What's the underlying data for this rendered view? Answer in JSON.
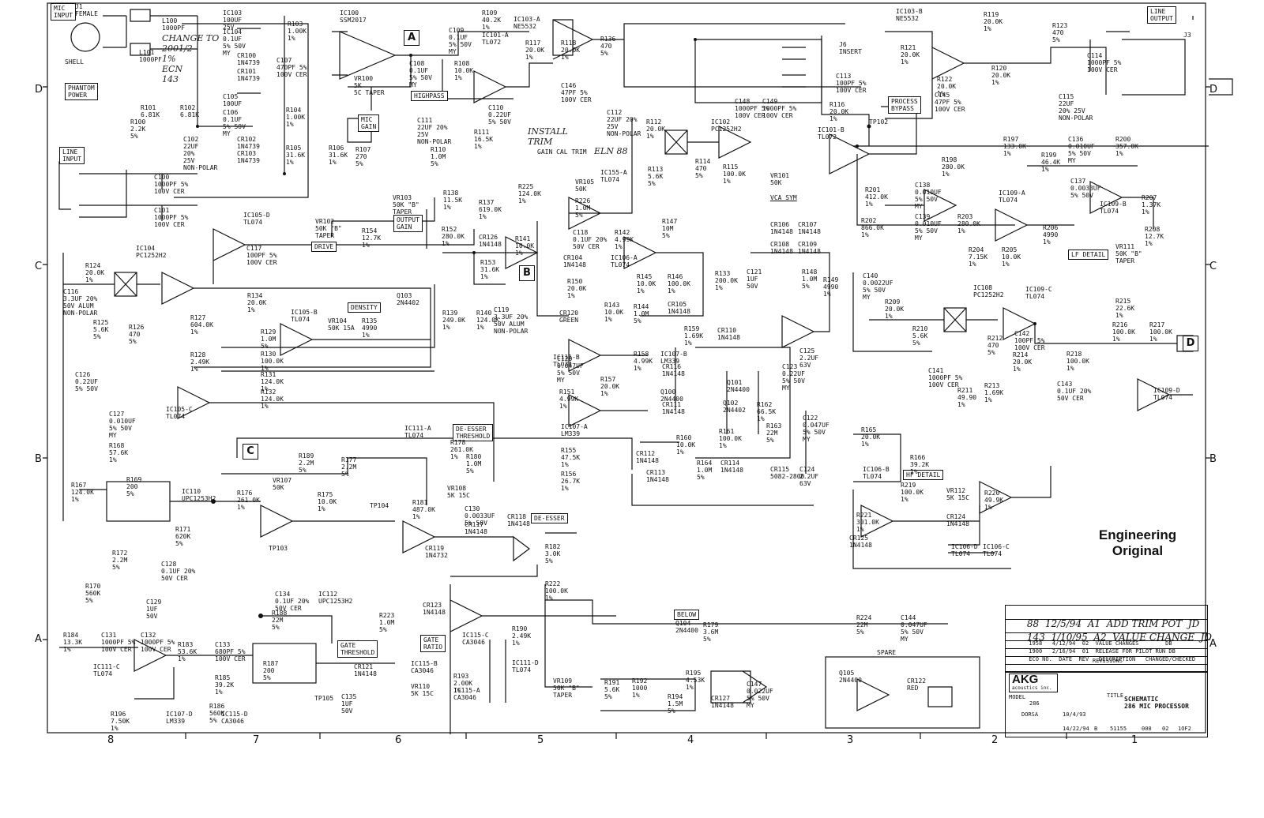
{
  "sheet": {
    "grid_columns": [
      "8",
      "7",
      "6",
      "5",
      "4",
      "3",
      "2",
      "1"
    ],
    "grid_rows": [
      "D",
      "C",
      "B",
      "A"
    ],
    "stamp": [
      "Engineering",
      "Original"
    ]
  },
  "blocks": {
    "mic_input": "MIC\nINPUT",
    "phantom": "PHANTOM\nPOWER",
    "line_input": "LINE\nINPUT",
    "line_output": "LINE\nOUTPUT",
    "drive": "DRIVE",
    "density": "DENSITY",
    "output_gain": "OUTPUT\nGAIN",
    "highpass": "HIGHPASS",
    "mic_gain": "MIC\nGAIN",
    "process_bypass": "PROCESS\nBYPASS",
    "lf_detail": "LF DETAIL",
    "hf_detail": "HF DETAIL",
    "vca_sym": "VCA SYM",
    "deesser_threshold": "DE-ESSER\nTHRESHOLD",
    "deesser": "DE-ESSER",
    "gate_threshold": "GATE\nTHRESHOLD",
    "gate_ratio": "GATE\nRATIO",
    "below": "BELOW",
    "spare": "SPARE"
  },
  "markers": {
    "A": "A",
    "B": "B",
    "C": "C",
    "D": "D"
  },
  "handwritten": {
    "change": "CHANGE TO\n2001/2\n1%\nECN\n143",
    "install": "INSTALL\nTRIM",
    "ecn": "ELN 88",
    "caltrim": "GAIN CAL TRIM"
  },
  "components": [
    [
      "J1\nFEMALE"
    ],
    [
      "L100\n1000PF"
    ],
    [
      "L101\n1000PF"
    ],
    [
      "SHELL"
    ],
    [
      "IC103\n100UF\n25V"
    ],
    [
      "IC104\n0.1UF\n5% 50V\nMY"
    ],
    [
      "CR100\n1N4739"
    ],
    [
      "CR101\n1N4739"
    ],
    [
      "R103\n1.00K\n1%"
    ],
    [
      "C107\n470PF 5%\n100V CER"
    ],
    [
      "C105\n100UF"
    ],
    [
      "C106\n0.1UF\n5% 50V\nMY"
    ],
    [
      "CR102\n1N4739"
    ],
    [
      "CR103\n1N4739"
    ],
    [
      "R104\n1.00K\n1%"
    ],
    [
      "R105\n31.6K\n1%"
    ],
    [
      "R106\n31.6K\n1%"
    ],
    [
      "IC100\nSSM2017"
    ],
    [
      "VR100\n5K\n5C TAPER"
    ],
    [
      "R107\n270\n5%"
    ],
    [
      "R101\n6.81K"
    ],
    [
      "R102\n6.81K"
    ],
    [
      "R100\n2.2K\n5%"
    ],
    [
      "C102\n22UF\n20%\n25V\nNON-POLAR"
    ],
    [
      "C100\n1000PF 5%\n100V CER"
    ],
    [
      "C101\n1000PF 5%\n100V CER"
    ],
    [
      "R109\n40.2K\n1%"
    ],
    [
      "IC103-A\nNE5532"
    ],
    [
      "C109\n0.1UF\n5% 50V\nMY"
    ],
    [
      "IC101-A\nTL072"
    ],
    [
      "C108\n0.1UF\n5% 50V\nMY"
    ],
    [
      "R108\n10.0K\n1%"
    ],
    [
      "C110\n0.22UF\n5% 50V"
    ],
    [
      "C111\n22UF 20%\n25V\nNON-POLAR"
    ],
    [
      "R110\n1.0M\n5%"
    ],
    [
      "R111\n16.5K\n1%"
    ],
    [
      "R117\n20.0K\n1%"
    ],
    [
      "R118\n20.0K\n1%"
    ],
    [
      "R136\n470\n5%"
    ],
    [
      "C146\n47PF 5%\n100V CER"
    ],
    [
      "J6\nINSERT"
    ],
    [
      "C148\n1000PF 5%\n100V CER"
    ],
    [
      "C149\n1000PF 5%\n100V CER"
    ],
    [
      "C113\n100PF 5%\n100V CER"
    ],
    [
      "R116\n20.0K\n1%"
    ],
    [
      "IC101-B\nTL072"
    ],
    [
      "TP102"
    ],
    [
      "C112\n22UF 20%\n25V\nNON-POLAR"
    ],
    [
      "R112\n20.0K\n1%"
    ],
    [
      "IC102\nPC1252H2"
    ],
    [
      "R113\n5.6K\n5%"
    ],
    [
      "R114\n470\n5%"
    ],
    [
      "R115\n100.0K\n1%"
    ],
    [
      "VR101\n50K"
    ],
    [
      "R225\n124.0K\n1%"
    ],
    [
      "VR105\n50K"
    ],
    [
      "R226\n1.0M\n5%"
    ],
    [
      "IC155-A\nTL074"
    ],
    [
      "C118\n0.1UF 20%\n50V CER"
    ],
    [
      "R142\n4.99K\n1%"
    ],
    [
      "R147\n10M\n5%"
    ],
    [
      "CR106\n1N4148"
    ],
    [
      "CR107\n1N4148"
    ],
    [
      "CR108\n1N4148"
    ],
    [
      "CR109\n1N4148"
    ],
    [
      "C121\n1UF\n50V"
    ],
    [
      "R148\n1.0M\n5%"
    ],
    [
      "R149\n4990\n1%"
    ],
    [
      "IC103-B\nNE5532"
    ],
    [
      "R119\n20.0K\n1%"
    ],
    [
      "R121\n20.0K\n1%"
    ],
    [
      "R122\n20.0K\n1%"
    ],
    [
      "C145\n47PF 5%\n100V CER"
    ],
    [
      "R120\n20.0K\n1%"
    ],
    [
      "R123\n470\n5%"
    ],
    [
      "C114\n1000PF 5%\n100V CER"
    ],
    [
      "J3"
    ],
    [
      "C115\n22UF\n20% 25V\nNON-POLAR"
    ],
    [
      "R197\n133.0K\n1%"
    ],
    [
      "R198\n280.0K\n1%"
    ],
    [
      "R199\n46.4K\n1%"
    ],
    [
      "C136\n0.010UF\n5% 50V\nMY"
    ],
    [
      "R200\n357.0K\n1%"
    ],
    [
      "C137\n0.0033UF\n5% 50V"
    ],
    [
      "IC109-B\nTL074"
    ],
    [
      "R207\n1.37K\n1%"
    ],
    [
      "R201\n412.0K\n1%"
    ],
    [
      "C138\n0.010UF\n5% 50V\nMY"
    ],
    [
      "IC109-A\nTL074"
    ],
    [
      "R202\n866.0K\n1%"
    ],
    [
      "C139\n0.010UF\n5% 50V\nMY"
    ],
    [
      "R203\n280.0K\n1%"
    ],
    [
      "R204\n7.15K\n1%"
    ],
    [
      "R205\n10.0K\n1%"
    ],
    [
      "R206\n4990\n1%"
    ],
    [
      "R208\n12.7K\n1%"
    ],
    [
      "VR111\n50K \"B\"\nTAPER"
    ],
    [
      "C140\n0.0022UF\n5% 50V\nMY"
    ],
    [
      "R209\n20.0K\n1%"
    ],
    [
      "IC108\nPC1252H2"
    ],
    [
      "IC109-C\nTL074"
    ],
    [
      "R210\n5.6K\n5%"
    ],
    [
      "R212\n470\n5%"
    ],
    [
      "C142\n100PF 5%\n100V CER"
    ],
    [
      "R215\n22.6K\n1%"
    ],
    [
      "R216\n100.0K\n1%"
    ],
    [
      "R217\n100.0K\n1%"
    ],
    [
      "C141\n1000PF 5%\n100V CER"
    ],
    [
      "R214\n20.0K\n1%"
    ],
    [
      "R218\n100.0K\n1%"
    ],
    [
      "R211\n49.90\n1%"
    ],
    [
      "R213\n1.69K\n1%"
    ],
    [
      "C143\n0.1UF 20%\n50V CER"
    ],
    [
      "IC109-D\nTL074"
    ],
    [
      "VR103\n50K \"B\"\nTAPER"
    ],
    [
      "R138\n11.5K\n1%"
    ],
    [
      "R137\n619.0K\n1%"
    ],
    [
      "R152\n280.0K\n1%"
    ],
    [
      "CR126\n1N4148"
    ],
    [
      "R141\n10.0K\n1%"
    ],
    [
      "R153\n31.6K\n1%"
    ],
    [
      "CR104\n1N4148"
    ],
    [
      "IC106-A\nTL074"
    ],
    [
      "R150\n20.0K\n1%"
    ],
    [
      "R145\n10.0K\n1%"
    ],
    [
      "R146\n100.0K\n1%"
    ],
    [
      "R133\n200.0K\n1%"
    ],
    [
      "R144\n1.0M\n5%"
    ],
    [
      "CR105\n1N4148"
    ],
    [
      "R143\n10.0K\n1%"
    ],
    [
      "VR102\n50K \"B\"\nTAPER"
    ],
    [
      "R154\n12.7K\n1%"
    ],
    [
      "IC105-D\nTL074"
    ],
    [
      "C117\n100PF 5%\n100V CER"
    ],
    [
      "IC104\nPC1252H2"
    ],
    [
      "R124\n20.0K\n1%"
    ],
    [
      "C116\n3.3UF 20%\n50V ALUM\nNON-POLAR"
    ],
    [
      "R125\n5.6K\n5%"
    ],
    [
      "R126\n470\n5%"
    ],
    [
      "R134\n20.0K\n1%"
    ],
    [
      "IC105-B\nTL074"
    ],
    [
      "VR104\n50K 15A"
    ],
    [
      "R135\n4990\n1%"
    ],
    [
      "Q103\n2N4402"
    ],
    [
      "R127\n604.0K\n1%"
    ],
    [
      "R129\n1.0M\n5%"
    ],
    [
      "R128\n2.49K\n1%"
    ],
    [
      "R130\n100.0K\n1%"
    ],
    [
      "R131\n124.0K\n1%"
    ],
    [
      "R132\n124.0K\n1%"
    ],
    [
      "IC105-C\nTL074"
    ],
    [
      "R139\n249.0K\n1%"
    ],
    [
      "R140\n124.0K\n1%"
    ],
    [
      "C119\n3.3UF 20%\n50V ALUM\nNON-POLAR"
    ],
    [
      "C126\n0.22UF\n5% 50V"
    ],
    [
      "C127\n0.010UF\n5% 50V\nMY"
    ],
    [
      "R168\n57.6K\n1%"
    ],
    [
      "R167\n124.0K\n1%"
    ],
    [
      "R169\n200\n5%"
    ],
    [
      "IC110\nUPC1253H2"
    ],
    [
      "R171\n620K\n5%"
    ],
    [
      "R172\n2.2M\n5%"
    ],
    [
      "R170\n560K\n5%"
    ],
    [
      "C128\n0.1UF 20%\n50V CER"
    ],
    [
      "C129\n1UF\n50V"
    ],
    [
      "R184\n13.3K\n1%"
    ],
    [
      "C131\n1000PF 5%\n100V CER"
    ],
    [
      "C132\n1000PF 5%\n100V CER"
    ],
    [
      "IC111-C\nTL074"
    ],
    [
      "R183\n53.6K\n1%"
    ],
    [
      "C133\n680PF 5%\n100V CER"
    ],
    [
      "R185\n39.2K\n1%"
    ],
    [
      "R186\n560K\n5%"
    ],
    [
      "C134\n0.1UF 20%\n50V CER"
    ],
    [
      "R188\n22M\n5%"
    ],
    [
      "R187\n200\n5%"
    ],
    [
      "IC112\nUPC1253H2"
    ],
    [
      "TP105"
    ],
    [
      "C135\n1UF\n50V"
    ],
    [
      "R189\n2.2M\n5%"
    ],
    [
      "R177\n2.2M\n5%"
    ],
    [
      "VR107\n50K"
    ],
    [
      "R176\n261.0K\n1%"
    ],
    [
      "R175\n10.0K\n1%"
    ],
    [
      "TP103"
    ],
    [
      "TP104"
    ],
    [
      "IC111-A\nTL074"
    ],
    [
      "R178\n261.0K\n1%"
    ],
    [
      "R180\n1.0M\n5%"
    ],
    [
      "VR108\n5K 15C"
    ],
    [
      "R181\n487.0K\n1%"
    ],
    [
      "C130\n0.0033UF\n5% 50V"
    ],
    [
      "CR117\n1N4148"
    ],
    [
      "CR118\n1N4148"
    ],
    [
      "CR119\n1N4732"
    ],
    [
      "R182\n3.0K\n5%"
    ],
    [
      "IC111-B\nTL074"
    ],
    [
      "CR120\nGREEN"
    ],
    [
      "C120\n0.047UF\n5% 50V\nMY"
    ],
    [
      "R151\n4.99K\n1%"
    ],
    [
      "IC107-A\nLM339"
    ],
    [
      "R155\n47.5K\n1%"
    ],
    [
      "R156\n26.7K\n1%"
    ],
    [
      "R157\n20.0K\n1%"
    ],
    [
      "R158\n4.99K\n1%"
    ],
    [
      "IC107-B\nLM339"
    ],
    [
      "R159\n1.69K\n1%"
    ],
    [
      "CR110\n1N4148"
    ],
    [
      "CR116\n1N4148"
    ],
    [
      "Q100\n2N4400"
    ],
    [
      "CR111\n1N4148"
    ],
    [
      "R160\n10.0K\n1%"
    ],
    [
      "CR112\n1N4148"
    ],
    [
      "CR113\n1N4148"
    ],
    [
      "Q101\n2N4400"
    ],
    [
      "Q102\n2N4402"
    ],
    [
      "R161\n100.0K\n1%"
    ],
    [
      "R164\n1.0M\n5%"
    ],
    [
      "CR114\n1N4148"
    ],
    [
      "C123\n0.22UF\n5% 50V\nMY"
    ],
    [
      "R162\n66.5K\n1%"
    ],
    [
      "R163\n22M\n5%"
    ],
    [
      "C122\n0.047UF\n5% 50V\nMY"
    ],
    [
      "CR115\n5082-2800"
    ],
    [
      "C124\n2.2UF\n63V"
    ],
    [
      "C125\n2.2UF\n63V"
    ],
    [
      "R165\n20.0K\n1%"
    ],
    [
      "R166\n39.2K\n1%"
    ],
    [
      "IC106-B\nTL074"
    ],
    [
      "R219\n100.0K\n1%"
    ],
    [
      "VR112\n5K 15C"
    ],
    [
      "R220\n49.9K\n1%"
    ],
    [
      "R221\n301.0K\n1%"
    ],
    [
      "CR124\n1N4148"
    ],
    [
      "IC106-D\nTL074"
    ],
    [
      "IC106-C\nTL074"
    ],
    [
      "CR125\n1N4148"
    ],
    [
      "R224\n22M\n5%"
    ],
    [
      "C144\n0.047UF\n5% 50V\nMY"
    ],
    [
      "R222\n100.0K\n1%"
    ],
    [
      "R223\n1.0M\n5%"
    ],
    [
      "CR123\n1N4148"
    ],
    [
      "IC115-C\nCA3046"
    ],
    [
      "R190\n2.49K\n1%"
    ],
    [
      "IC111-D\nTL074"
    ],
    [
      "IC115-B\nCA3046"
    ],
    [
      "R193\n2.00K\n1%"
    ],
    [
      "CR121\n1N4148"
    ],
    [
      "VR110\n5K 15C"
    ],
    [
      "IC115-A\nCA3046"
    ],
    [
      "VR109\n50K \"B\"\nTAPER"
    ],
    [
      "R191\n5.6K\n5%"
    ],
    [
      "R192\n1000\n1%"
    ],
    [
      "R194\n1.5M\n5%"
    ],
    [
      "R195\n4.53K\n1%"
    ],
    [
      "CR127\n1N4148"
    ],
    [
      "C147\n0.022UF\n5% 50V\nMY"
    ],
    [
      "Q104\n2N4400"
    ],
    [
      "R179\n3.6M\n5%"
    ],
    [
      "Q105\n2N4400"
    ],
    [
      "CR122\nRED"
    ],
    [
      "R196\n7.50K\n1%"
    ],
    [
      "IC107-D\nLM339"
    ],
    [
      "IC115-D\nCA3046"
    ]
  ],
  "revisions": [
    {
      "rev": "A1",
      "no": "88",
      "date": "12/5/94",
      "desc": "ADD TRIM POT",
      "by": "JD"
    },
    {
      "rev": "A2",
      "no": "143",
      "date": "1/10/95",
      "desc": "VALUE CHANGE",
      "by": "JD"
    },
    {
      "rev": "02",
      "no": "1958",
      "date": "4/12/94",
      "desc": "VALUE CHANGES",
      "by": "DB"
    },
    {
      "rev": "01",
      "no": "1900",
      "date": "2/16/94",
      "desc": "RELEASE FOR PILOT RUN",
      "by": "DB"
    }
  ],
  "rev_header": [
    "ECO NO.",
    "DATE",
    "REV",
    "DESCRIPTION",
    "CHANGED/CHECKED"
  ],
  "rev_title": "REVISIONS",
  "titleblock": {
    "company": "AKG",
    "company_sub": "acoustics inc.",
    "title_label": "TITLE",
    "title": "SCHEMATIC\n286 MIC PROCESSOR",
    "model_label": "MODEL",
    "model": "286",
    "drawn": "DORSA",
    "drawn_date": "10/4/93",
    "approved": "14/22/94",
    "size": "B",
    "dwg_no": "51155",
    "fscm": "000",
    "rev": "02",
    "sheet": "1OF2"
  }
}
